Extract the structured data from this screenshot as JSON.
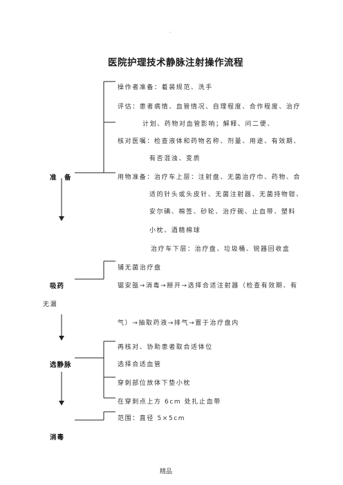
{
  "header": {
    "dot": "."
  },
  "document": {
    "title": "医院护理技术静脉注射操作流程"
  },
  "sections": {
    "preparation": {
      "label": "准　备",
      "lines": [
        "操作者准备：着装规范、洗手",
        "评估：患者病情、血管情况、自理程度、合作程度、治疗",
        "计划、药物对血管影响；解释、问二便、",
        "核对医嘱：检查液体和药物名称、剂量、用途、有效期、",
        "有否混浊、变质",
        "用物准备：治疗车上层：注射盘、无菌治疗巾、药物、合",
        "适的针头或头皮针、无菌注射器、无菌持物钳、",
        "安尔碘、棉签、砂轮、治疗碗、止血带、塑料",
        "小枕、酒精棉球",
        "治疗车下层：治疗盘、垃圾桶、锐器回收盒"
      ]
    },
    "drug_draw": {
      "label": "吸药",
      "label_extra": "无漏",
      "lines": [
        "铺无菌治疗盘",
        "锯安瓿→消毒→掰开→选择合适注射器（检查有效期、有",
        "气）→抽取药液→排气→置于治疗盘内"
      ]
    },
    "vein_select": {
      "label": "选静脉",
      "lines": [
        "再核对、协助患者取合适体位",
        "选择合适血管",
        "穿刺部位放体下垫小枕",
        "在穿刺点上方 6cm 处扎止血带"
      ]
    },
    "disinfect": {
      "label": "消毒",
      "lines": [
        "范围：直径 5×5cm"
      ]
    }
  },
  "footer": {
    "text": "精品"
  }
}
